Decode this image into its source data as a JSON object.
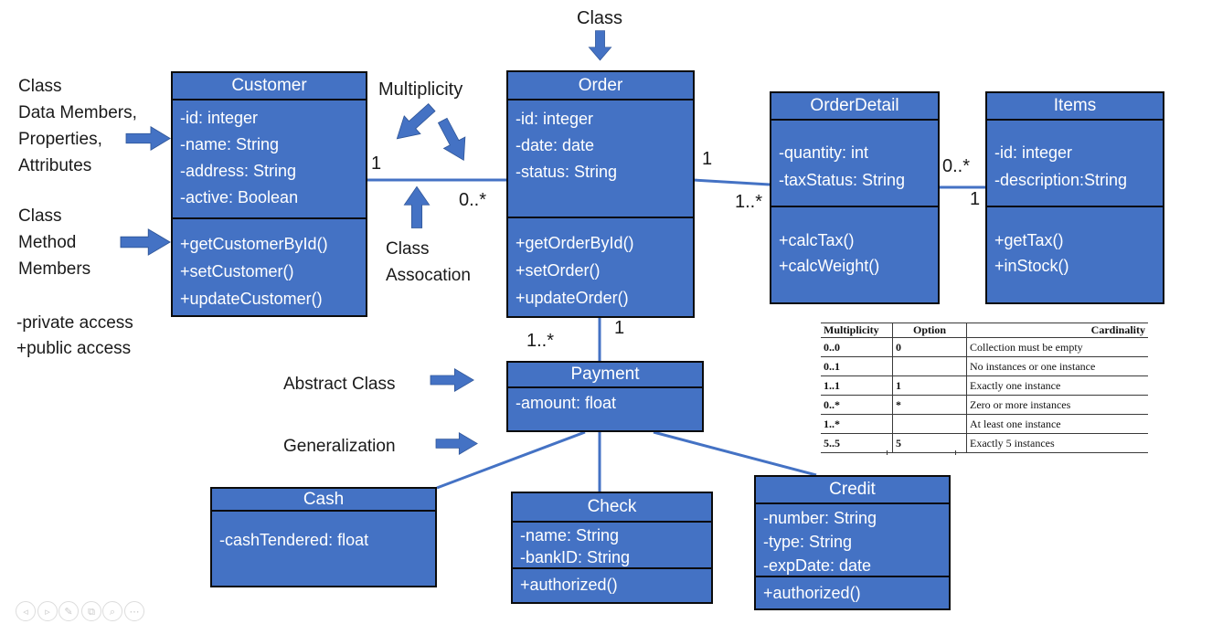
{
  "labels": {
    "class_pointer": "Class",
    "data_members_lines": [
      "Class",
      "Data Members,",
      "Properties,",
      "Attributes"
    ],
    "method_members_lines": [
      "Class",
      "Method",
      "Members"
    ],
    "access_lines": [
      "-private access",
      "+public access"
    ],
    "multiplicity": "Multiplicity",
    "class_assocation_lines": [
      "Class",
      "Assocation"
    ],
    "abstract_class": "Abstract Class",
    "generalization": "Generalization"
  },
  "classes": {
    "customer": {
      "name": "Customer",
      "attributes": [
        "-id: integer",
        "-name: String",
        "-address: String",
        "-active: Boolean"
      ],
      "methods": [
        "+getCustomerById()",
        "+setCustomer()",
        "+updateCustomer()"
      ]
    },
    "order": {
      "name": "Order",
      "attributes": [
        "-id: integer",
        "-date: date",
        "-status: String"
      ],
      "methods": [
        "+getOrderById()",
        "+setOrder()",
        "+updateOrder()"
      ]
    },
    "orderdetail": {
      "name": "OrderDetail",
      "attributes": [
        "-quantity: int",
        "-taxStatus: String"
      ],
      "methods": [
        "+calcTax()",
        "+calcWeight()"
      ]
    },
    "items": {
      "name": "Items",
      "attributes": [
        "-id: integer",
        "-description:String"
      ],
      "methods": [
        "+getTax()",
        "+inStock()"
      ]
    },
    "payment": {
      "name": "Payment",
      "attributes": [
        "-amount: float"
      ],
      "methods": []
    },
    "cash": {
      "name": "Cash",
      "attributes": [
        "-cashTendered: float"
      ],
      "methods": []
    },
    "check": {
      "name": "Check",
      "attributes": [
        "-name: String",
        "-bankID: String"
      ],
      "methods": [
        "+authorized()"
      ]
    },
    "credit": {
      "name": "Credit",
      "attributes": [
        "-number: String",
        "-type: String",
        "-expDate: date"
      ],
      "methods": [
        "+authorized()"
      ]
    }
  },
  "edge_labels": {
    "customer_order_one": "1",
    "customer_order_many": "0..*",
    "order_orderdetail_one": "1",
    "order_orderdetail_many": "1..*",
    "orderdetail_items_many": "0..*",
    "orderdetail_items_one": "1",
    "order_payment_one": "1",
    "order_payment_many": "1..*"
  },
  "legend_table": {
    "headers": [
      "Multiplicity",
      "Option",
      "Cardinality"
    ],
    "rows": [
      [
        "0..0",
        "0",
        "Collection must be empty"
      ],
      [
        "0..1",
        "",
        "No instances or one instance"
      ],
      [
        "1..1",
        "1",
        "Exactly one instance"
      ],
      [
        "0..*",
        "*",
        "Zero or more instances"
      ],
      [
        "1..*",
        "",
        "At least one instance"
      ],
      [
        "5..5",
        "5",
        "Exactly 5 instances"
      ]
    ]
  },
  "toolbar": {
    "icons": [
      {
        "name": "previous",
        "glyph": "◃"
      },
      {
        "name": "next",
        "glyph": "▹"
      },
      {
        "name": "pen",
        "glyph": "✎"
      },
      {
        "name": "slides",
        "glyph": "⧉"
      },
      {
        "name": "zoom",
        "glyph": "⌕"
      },
      {
        "name": "more",
        "glyph": "⋯"
      }
    ]
  },
  "colors": {
    "box_fill": "#4472C4",
    "box_border": "#0b0b0b",
    "connector": "#4472C4",
    "arrow_fill": "#4472C4",
    "box_text": "#ffffff",
    "label_text": "#1a1a1a",
    "toolbar_gray": "#dcdcdc"
  }
}
